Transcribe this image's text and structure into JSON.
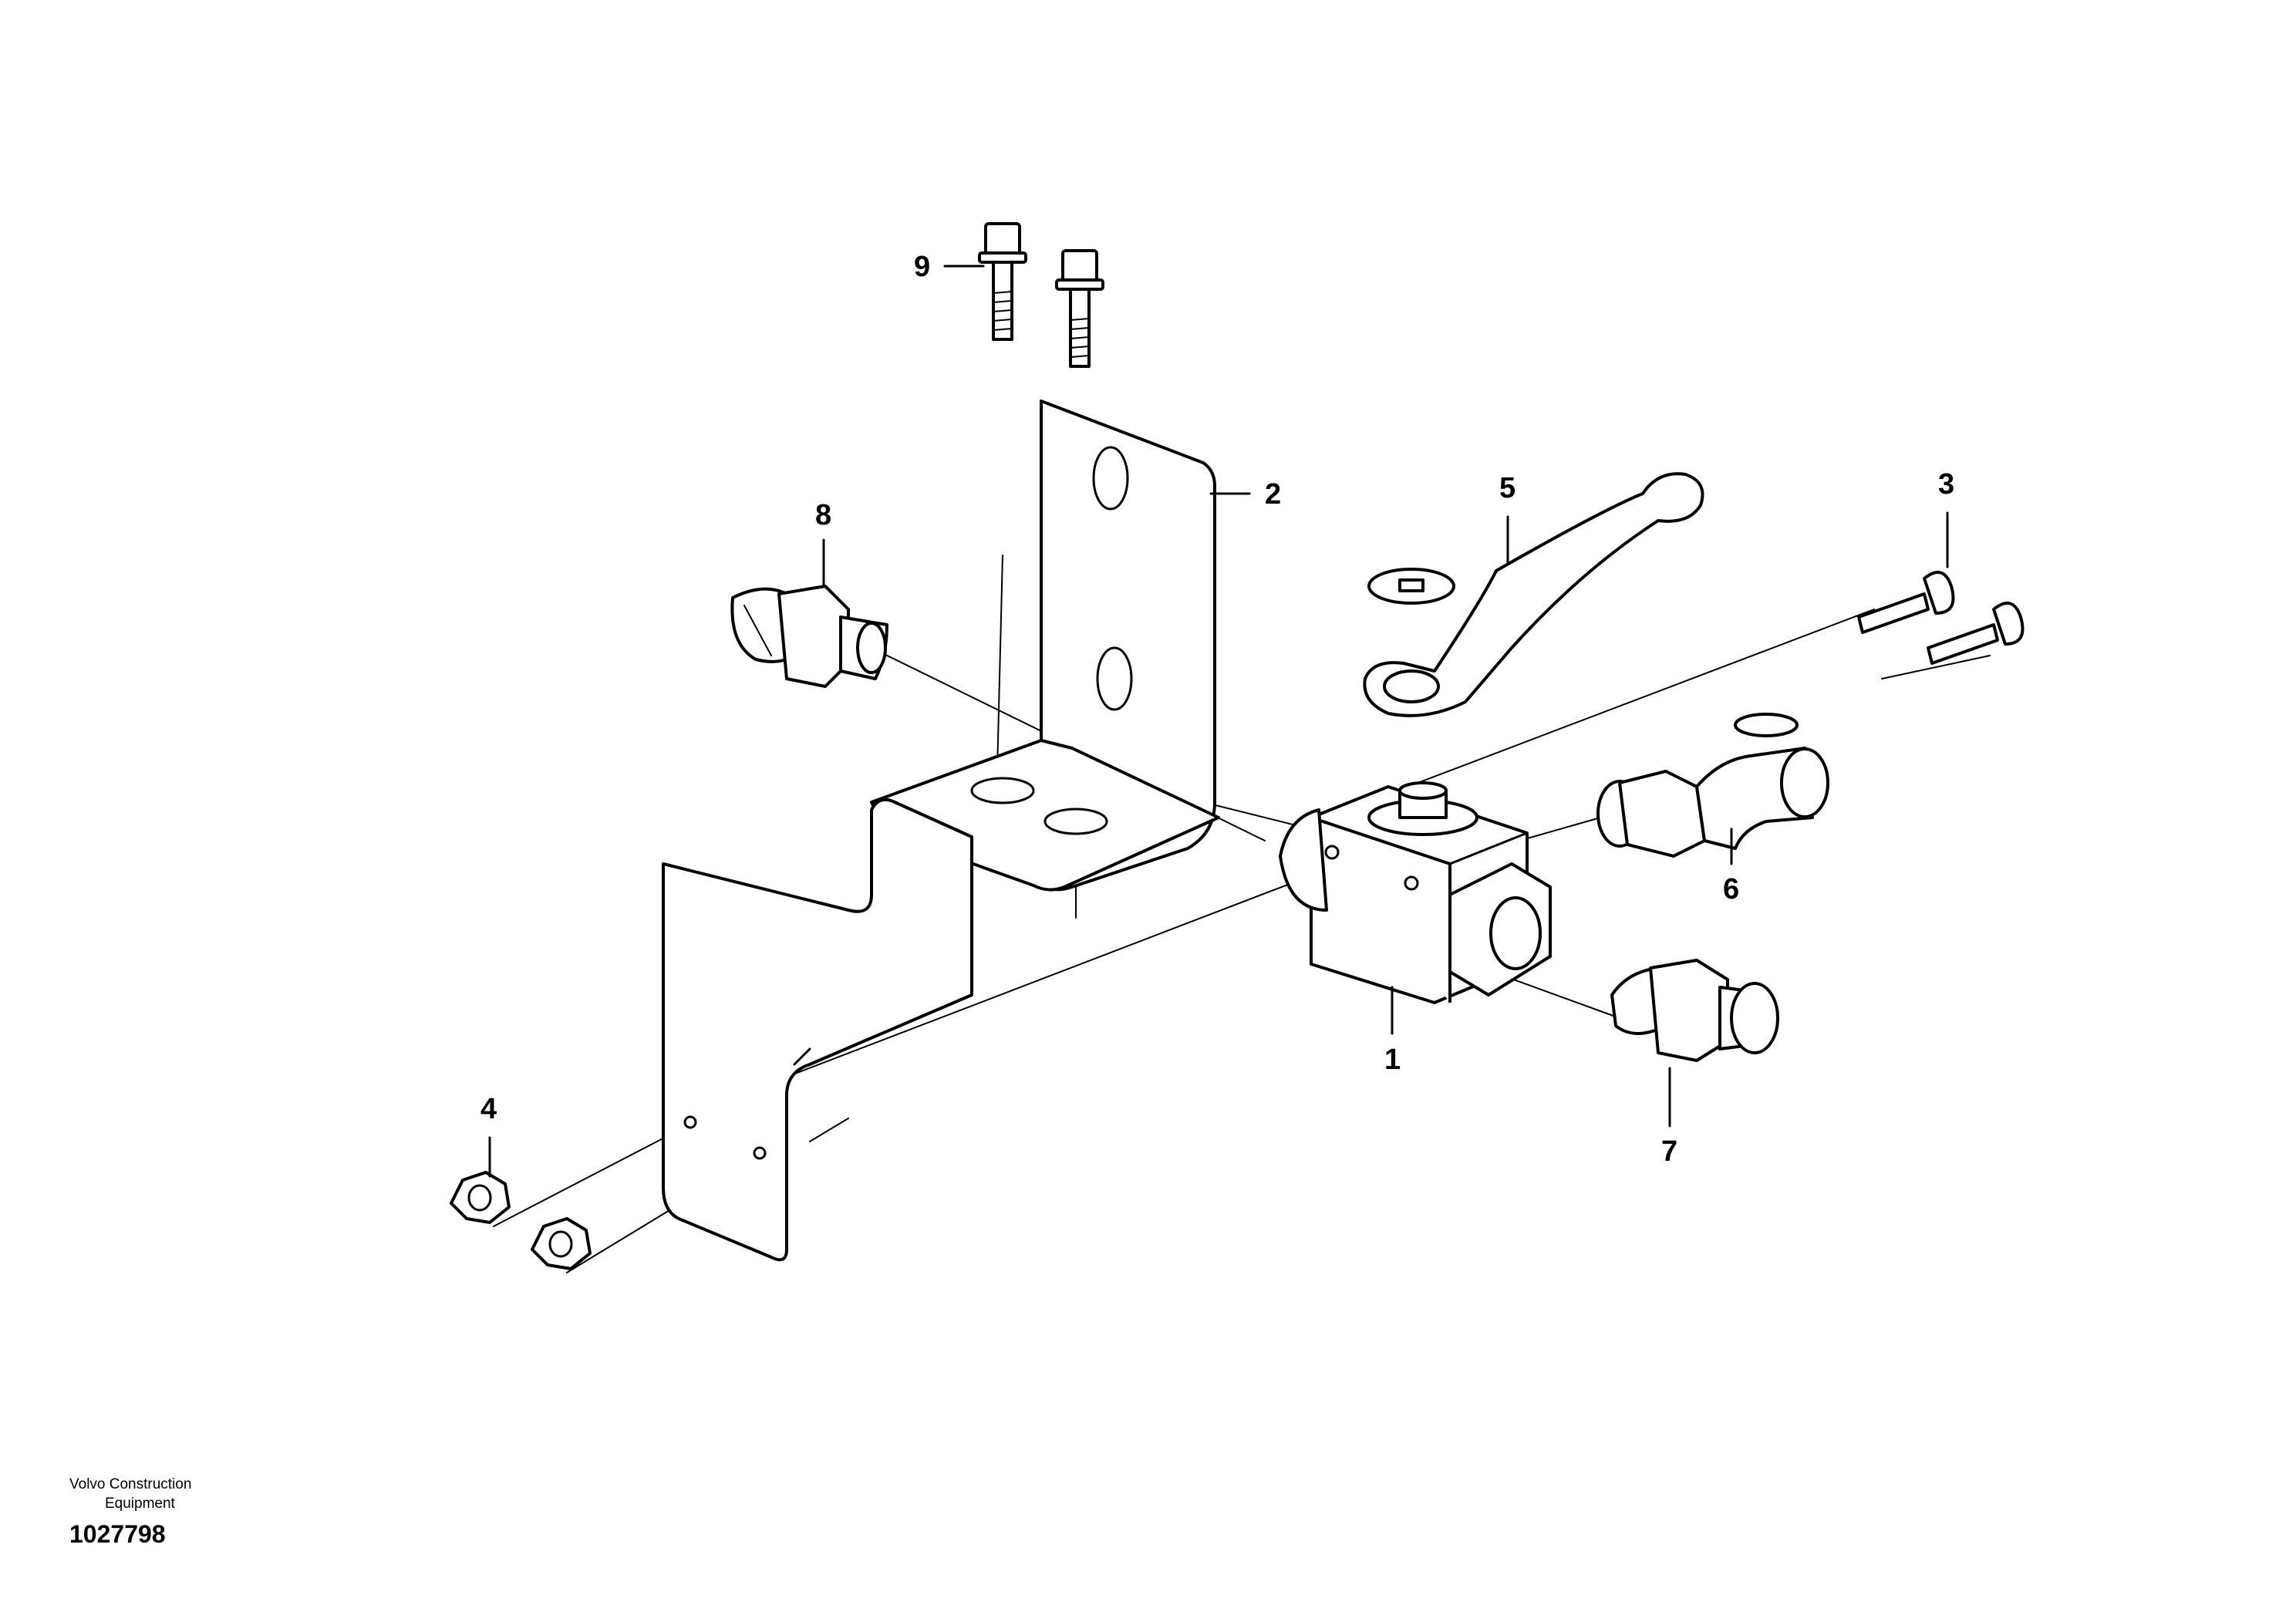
{
  "callouts": {
    "item_1": "1",
    "item_2": "2",
    "item_3": "3",
    "item_4": "4",
    "item_5": "5",
    "item_6": "6",
    "item_7": "7",
    "item_8": "8",
    "item_9": "9"
  },
  "footer": {
    "company_line1": "Volvo Construction",
    "company_line2": "Equipment",
    "drawing_number": "1027798"
  }
}
